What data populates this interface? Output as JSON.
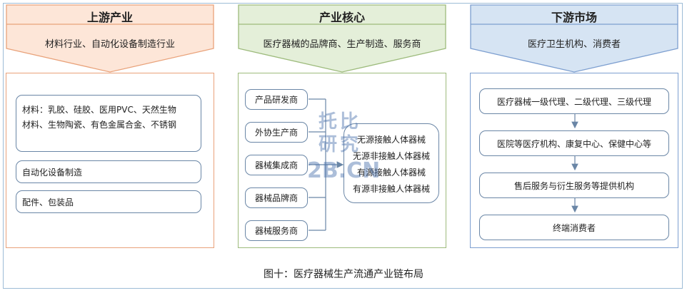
{
  "upstream": {
    "title": "上游产业",
    "subtitle": "材料行业、自动化设备制造行业",
    "materials_line1": "材料：乳胶、硅胶、医用PVC、天然生物",
    "materials_line2": "材料、生物陶瓷、有色金属合金、不锈钢",
    "items": [
      "自动化设备制造",
      "配件、包装品"
    ]
  },
  "core": {
    "title": "产业核心",
    "subtitle": "医疗器械的品牌商、生产制造、服务商",
    "roles": [
      "产品研发商",
      "外协生产商",
      "器械集成商",
      "器械品牌商",
      "器械服务商"
    ],
    "devices": [
      "无源接触人体器械",
      "无源非接触人体器械",
      "有源接触人体器械",
      "有源非接触人体器械"
    ]
  },
  "downstream": {
    "title": "下游市场",
    "subtitle": "医疗卫生机构、消费者",
    "chain": [
      "医疗器械一级代理、二级代理、三级代理",
      "医院等医疗机构、康复中心、保健中心等",
      "售后服务与衍生服务等提供机构",
      "终端消费者"
    ]
  },
  "watermark": {
    "line1": "托比",
    "line2": "研究",
    "line3": "2B.CN"
  },
  "caption": "图十：医疗器械生产流通产业链布局",
  "colors": {
    "upstream_fill": "#fde6d8",
    "upstream_border": "#e9a27a",
    "core_fill": "#e4efd9",
    "core_border": "#9dbb7c",
    "downstream_fill": "#d6e4f3",
    "downstream_border": "#7d9fd0",
    "box_border": "#6a86a6",
    "frame": "#9dbcd6"
  }
}
